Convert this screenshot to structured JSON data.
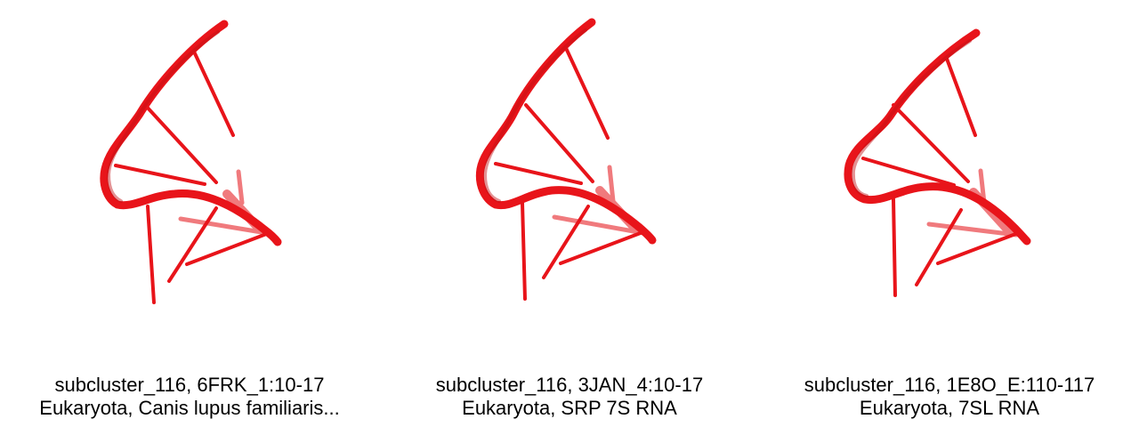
{
  "colors": {
    "rna": "#e8141a",
    "rna_dark": "#c20f14",
    "rna_light": "#f07a7d",
    "background": "#ffffff",
    "text": "#000000"
  },
  "panels": [
    {
      "title": "subcluster_116, 6FRK_1:10-17",
      "subtitle": "Eukaryota, Canis lupus familiaris..."
    },
    {
      "title": "subcluster_116, 3JAN_4:10-17",
      "subtitle": "Eukaryota, SRP 7S RNA"
    },
    {
      "title": "subcluster_116, 1E8O_E:110-117",
      "subtitle": "Eukaryota, 7SL RNA"
    }
  ]
}
